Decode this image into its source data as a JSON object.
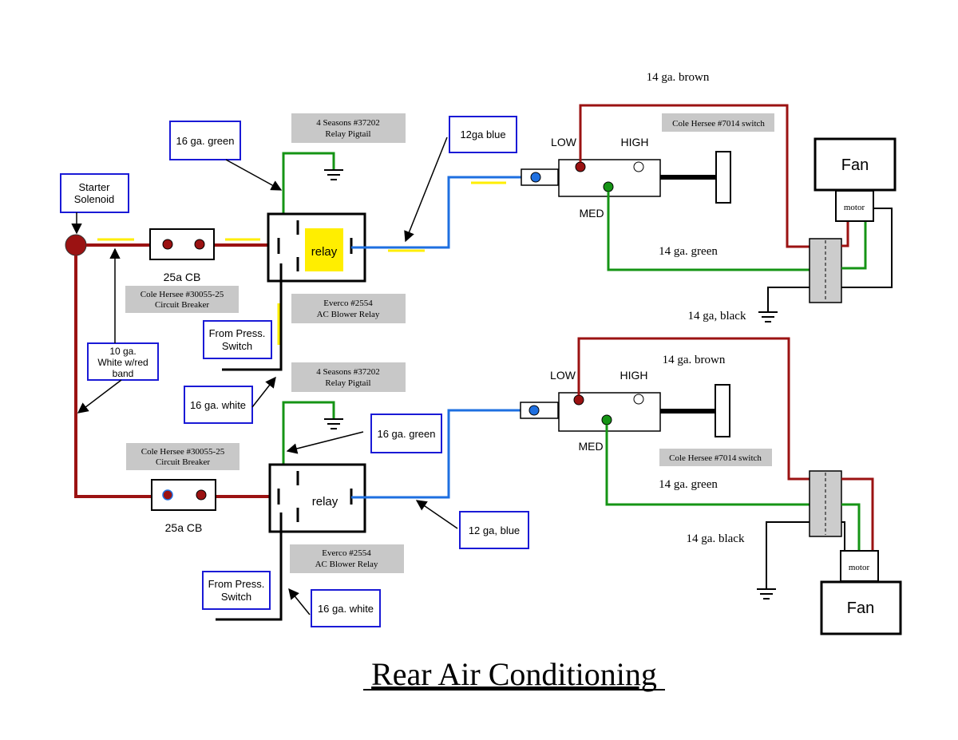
{
  "title": "Rear Air Conditioning",
  "colors": {
    "red": "#9b1212",
    "blue": "#1e6fe0",
    "green": "#159415",
    "black": "#000000",
    "yellow": "#ffee00",
    "box_blue": "#1a1ad6",
    "note_gray": "#c8c8c8",
    "conn_gray": "#cccccc"
  },
  "starter": {
    "label_l1": "Starter",
    "label_l2": "Solenoid"
  },
  "wire_note": {
    "l1": "10 ga.",
    "l2": "White w/red",
    "l3": "band"
  },
  "circuit_top": {
    "breaker_label": "25a CB",
    "breaker_note_l1": "Cole Hersee #30055-25",
    "breaker_note_l2": "Circuit Breaker",
    "pigtail_note_l1": "4 Seasons #37202",
    "pigtail_note_l2": "Relay Pigtail",
    "relay_label": "relay",
    "relay_note_l1": "Everco #2554",
    "relay_note_l2": "AC Blower Relay",
    "green_wire_label": "16 ga. green",
    "press_switch_l1": "From Press.",
    "press_switch_l2": "Switch",
    "white_wire_label": "16 ga. white",
    "blue_wire_label": "12ga blue",
    "switch_note": "Cole Hersee #7014 switch",
    "low_label": "LOW",
    "high_label": "HIGH",
    "med_label": "MED",
    "brown_label": "14 ga. brown",
    "green14_label": "14 ga. green",
    "black_label": "14 ga, black",
    "fan_label": "Fan",
    "motor_label": "motor"
  },
  "circuit_bottom": {
    "breaker_label": "25a CB",
    "breaker_note_l1": "Cole Hersee #30055-25",
    "breaker_note_l2": "Circuit Breaker",
    "pigtail_note_l1": "4 Seasons #37202",
    "pigtail_note_l2": "Relay Pigtail",
    "relay_label": "relay",
    "relay_note_l1": "Everco #2554",
    "relay_note_l2": "AC Blower Relay",
    "green_wire_label": "16 ga. green",
    "press_switch_l1": "From Press.",
    "press_switch_l2": "Switch",
    "white_wire_label": "16 ga. white",
    "blue_wire_label": "12 ga, blue",
    "switch_note": "Cole Hersee #7014 switch",
    "low_label": "LOW",
    "high_label": "HIGH",
    "med_label": "MED",
    "brown_label": "14 ga. brown",
    "green14_label": "14 ga. green",
    "black_label": "14 ga. black",
    "fan_label": "Fan",
    "motor_label": "motor"
  }
}
